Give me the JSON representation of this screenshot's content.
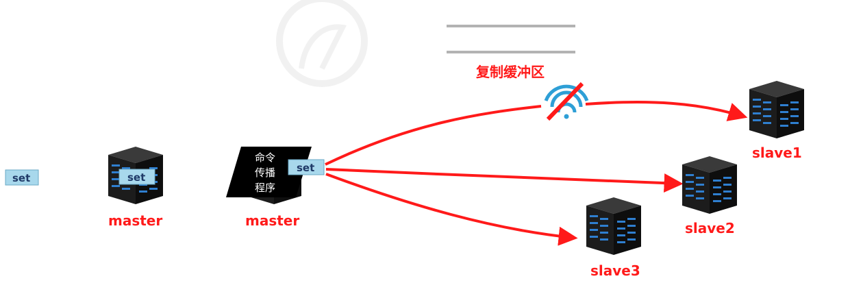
{
  "labels": {
    "master_left": "master",
    "master_center": "master",
    "buffer": "复制缓冲区",
    "slave1": "slave1",
    "slave2": "slave2",
    "slave3": "slave3",
    "program_line1": "命令",
    "program_line2": "传播",
    "program_line3": "程序"
  },
  "commands": {
    "incoming": "set",
    "on_master": "set",
    "propagated": "set"
  },
  "colors": {
    "arrow": "#ff1a1a",
    "label": "#ff1a1a",
    "command_tag": "#a8d8ec",
    "program_box": "#000000",
    "buffer_lines": "#b3b3b3",
    "wifi": "#2e9fd6"
  },
  "icons": [
    "server-icon",
    "wifi-disconnected-icon",
    "watermark-logo"
  ]
}
